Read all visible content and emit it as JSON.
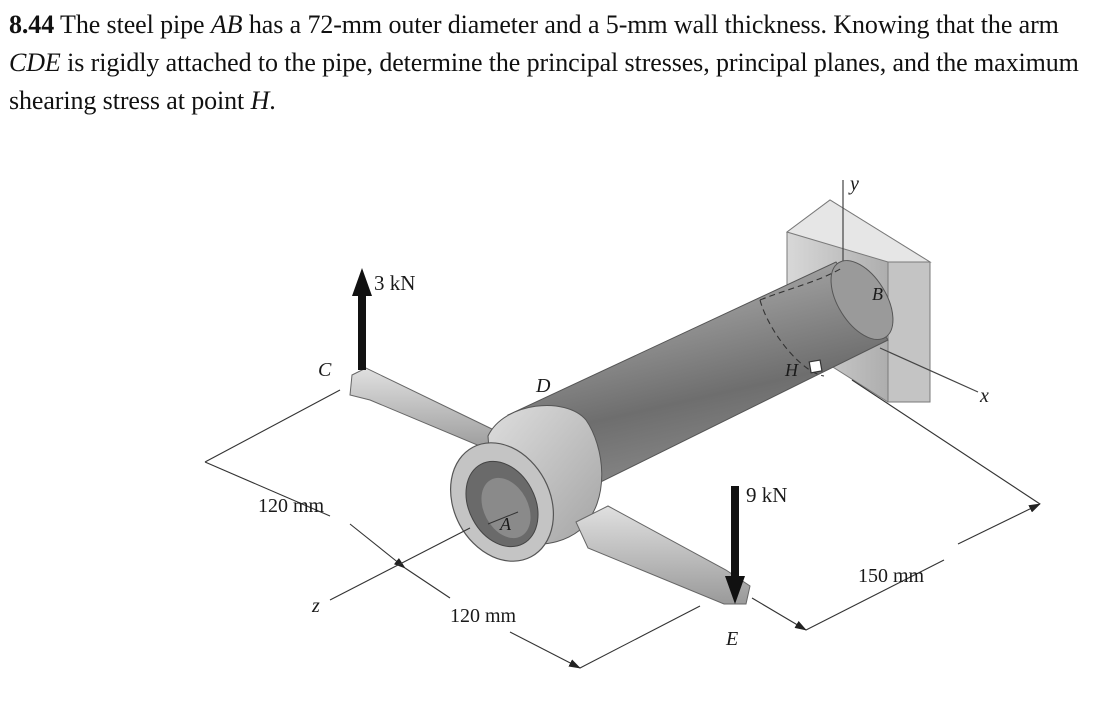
{
  "problem": {
    "number": "8.44",
    "t1": " The steel pipe ",
    "ab": "AB",
    "t2": " has a 72-mm outer diameter and a 5-mm wall thickness. Knowing that the arm ",
    "cde": "CDE",
    "t3": " is rigidly attached to the pipe, determine the principal stresses, principal planes, and the maximum shearing stress at point ",
    "h": "H",
    "t4": "."
  },
  "figure": {
    "force_up": "3 kN",
    "force_down": "9 kN",
    "dim_left": "120 mm",
    "dim_bottom": "120 mm",
    "dim_right": "150 mm",
    "label_C": "C",
    "label_D": "D",
    "label_A": "A",
    "label_E": "E",
    "label_B": "B",
    "label_H": "H",
    "axis_x": "x",
    "axis_y": "y",
    "axis_z": "z"
  }
}
